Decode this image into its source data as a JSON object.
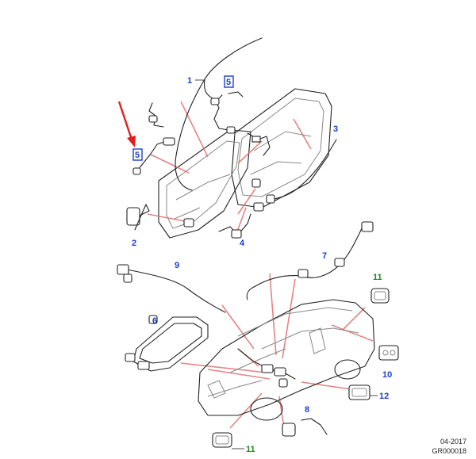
{
  "callouts": {
    "c1": "1",
    "c2": "2",
    "c3": "3",
    "c4": "4",
    "c5a": "5",
    "c5b": "5",
    "c6": "6",
    "c7": "7",
    "c8": "8",
    "c9": "9",
    "c10": "10",
    "c11a": "11",
    "c11b": "11",
    "c12": "12"
  },
  "footer": {
    "date": "04-2017",
    "code": "GR000018"
  },
  "colors": {
    "callout_blue": "#1a3fd0",
    "callout_green": "#1e8a1e",
    "highlight_arrow": "#e02020",
    "leader_lines": "#e07070"
  }
}
